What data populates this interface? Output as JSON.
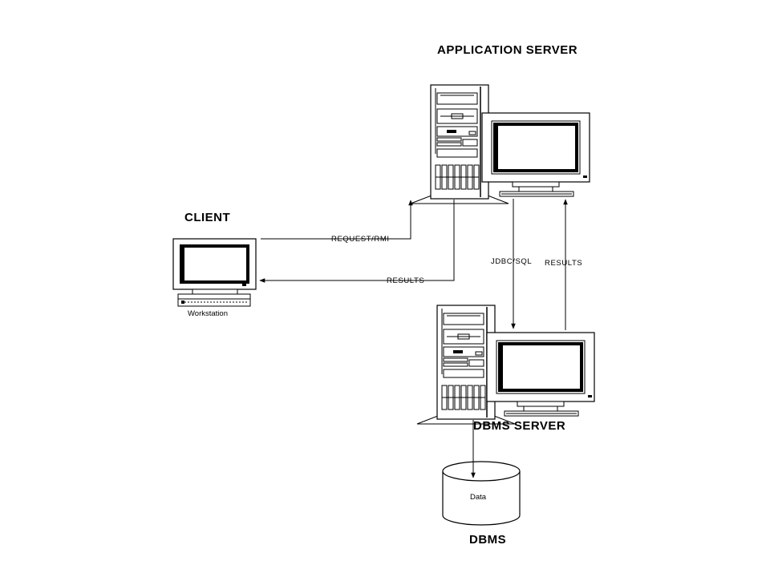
{
  "diagram": {
    "app_server_title": "APPLICATION SERVER",
    "client_title": "CLIENT",
    "dbms_server_title": "DBMS SERVER",
    "dbms_title": "DBMS",
    "workstation_label": "Workstation",
    "data_label": "Data",
    "edges": {
      "request_rmi": "REQUEST/RMI",
      "results_to_client": "RESULTS",
      "jdbc_sql": "JDBC/SQL",
      "results_to_app": "RESULTS"
    }
  }
}
